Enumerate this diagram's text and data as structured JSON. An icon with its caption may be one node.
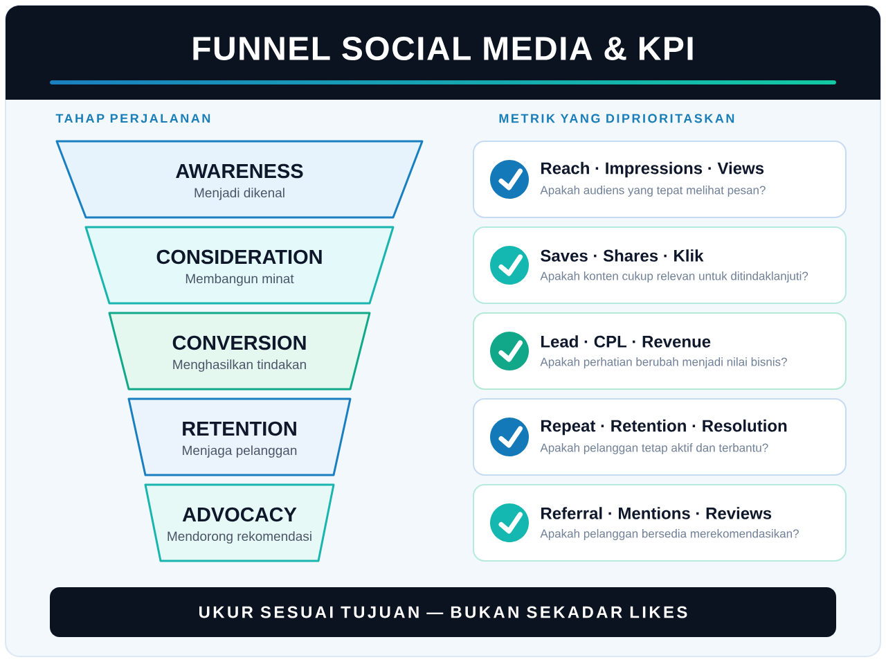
{
  "diagram": {
    "title": "FUNNEL SOCIAL MEDIA & KPI",
    "nodes": [
      {
        "text": [
          "AWARENESS",
          "Menjadi dikenal"
        ]
      },
      {
        "text": [
          "CONSIDERATION",
          "Membangun minat"
        ]
      },
      {
        "text": [
          "CONVERSION",
          "Menghasilkan tindakan"
        ]
      },
      {
        "text": [
          "RETENTION",
          "Menjaga pelanggan"
        ]
      },
      {
        "text": [
          "ADVOCACY",
          "Mendorong rekomendasi"
        ]
      },
      {
        "text": [
          "Reach · Impressions · Views",
          "Apakah audiens yang tepat melihat pesan?"
        ]
      },
      {
        "text": [
          "Saves · Shares · Klik",
          "Apakah konten cukup relevan untuk ditindaklanjuti?"
        ]
      },
      {
        "text": [
          "Lead · CPL · Revenue",
          "Apakah perhatian berubah menjadi nilai bisnis?"
        ]
      },
      {
        "text": [
          "Repeat · Retention · Resolution",
          "Apakah pelanggan tetap aktif dan terbantu?"
        ]
      },
      {
        "text": [
          "Referral · Mentions · Reviews",
          "Apakah pelanggan bersedia merekomendasikan?"
        ]
      },
      {
        "text": [
          "UKUR SESUAI TUJUAN — BUKAN SEKADAR LIKES"
        ]
      }
    ],
    "labels": [
      "TAHAP PERJALANAN",
      "METRIK YANG DIPRIORITASKAN"
    ]
  }
}
